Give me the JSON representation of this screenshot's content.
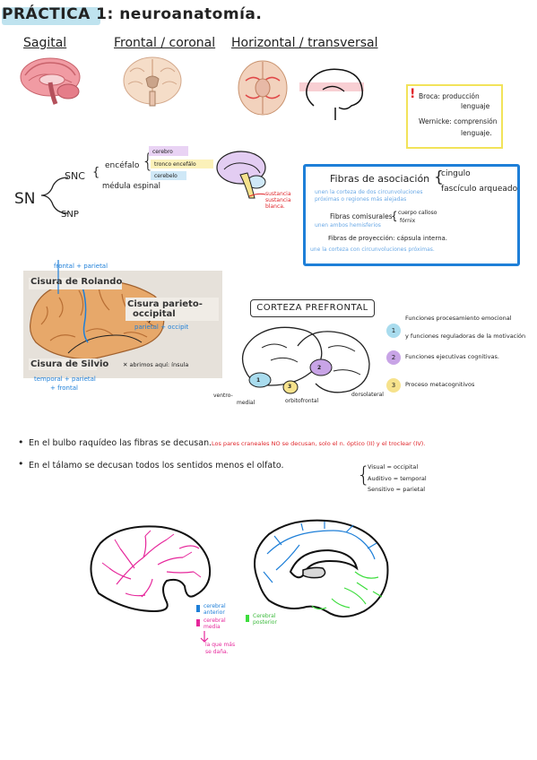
{
  "title": "PRÁCTICA 1: neuroanatomía.",
  "planes": {
    "sagital": "Sagital",
    "frontal": "Frontal / coronal",
    "horizontal": "Horizontal / transversal"
  },
  "broca_box": {
    "broca": "Broca: producción",
    "broca2": "lenguaje",
    "wernicke": "Wernicke: comprensión",
    "wernicke2": "lenguaje."
  },
  "sn": {
    "sn": "SN",
    "snc": "SNC",
    "snp": "SNP",
    "encefalo": "encéfalo",
    "cerebro": "cerebro",
    "tronco": "tronco encefálo",
    "cerebelo": "cerebelo",
    "medula": "médula espinal",
    "sustancia": [
      "sustancia",
      "sustancia",
      "blanca."
    ]
  },
  "fibras": {
    "asociacion": "Fibras de asociación",
    "cingulo": "cingulo",
    "fasciculo": "fascículo arqueado",
    "asoc_desc1": "unen la corteza de dos circunvoluciones",
    "asoc_desc2": "próximas o regiones más alejadas",
    "comisurales": "Fibras comisurales",
    "cuerpo_calloso": "cuerpo calloso",
    "fornix": "fórnix",
    "comis_desc": "unen ambos hemisferios",
    "proyeccion": "Fibras de proyección: cápsula interna.",
    "proy_desc": "une la corteza con circunvoluciones próximas."
  },
  "lateral_brain": {
    "frontal_parietal": "frontal + parietal",
    "rolando": "Cisura de Rolando",
    "parieto": "Cisura parieto-",
    "occipital": "occipital",
    "parietal_occipit": "parietal + occipit",
    "silvio": "Cisura de Silvio",
    "abrimos": "✕ abrimos aquí: ínsula",
    "temporal_parietal": "temporal + parietal",
    "frontal": "+ frontal"
  },
  "corteza": {
    "title": "CORTEZA PREFRONTAL",
    "items": [
      {
        "num": "1",
        "text": "Funciones procesamiento emocional",
        "text2": "y funciones reguladoras de la motivación"
      },
      {
        "num": "2",
        "text": "Funciones ejecutivas cognitivas.",
        "text2": ""
      },
      {
        "num": "3",
        "text": "Proceso metacognitivos",
        "text2": ""
      }
    ],
    "labels": {
      "ventro": "ventro-",
      "medial": "medial",
      "orbito": "orbitofrontal",
      "dorso": "dorsolateral"
    },
    "badge_colors": [
      "#a9dcee",
      "#c8a4e6",
      "#f6e28c"
    ]
  },
  "bullets": {
    "b1_black": "En el bulbo raquídeo las fibras se decusan.",
    "b1_red": "Los pares craneales NO se decusan, solo el n. óptico (II) y el troclear (IV).",
    "b2": "En el tálamo se decusan todos los sentidos menos el olfato.",
    "visual": "Visual = occipital",
    "auditivo": "Auditivo = temporal",
    "sensitivo": "Sensitivo = parietal"
  },
  "arteries": {
    "anterior": [
      "cerebral",
      "anterior"
    ],
    "media": [
      "cerebral",
      "media"
    ],
    "posterior": [
      "Cerebral",
      "posterior"
    ],
    "note": [
      "la que más",
      "se daña."
    ],
    "colors": {
      "anterior": "#1e7fd8",
      "media": "#e6279b",
      "posterior": "#3ddd3d"
    }
  }
}
